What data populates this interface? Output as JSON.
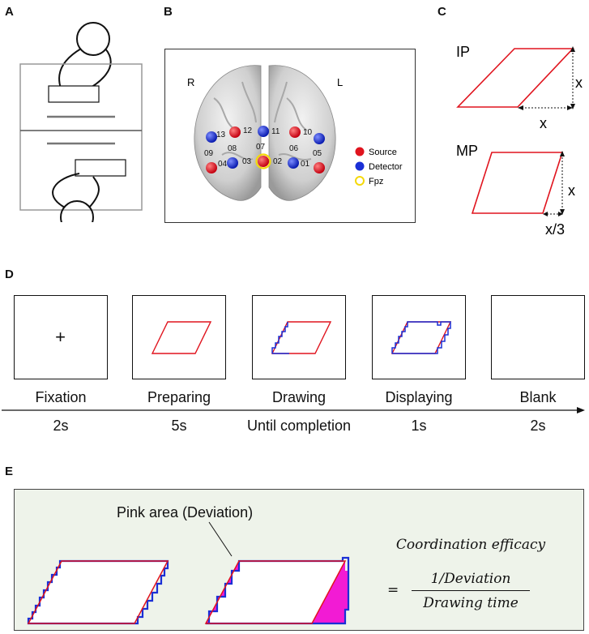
{
  "panels": {
    "a": {
      "letter": "A"
    },
    "b": {
      "letter": "B",
      "side_right": "R",
      "side_left": "L",
      "probes": [
        "13",
        "12",
        "11",
        "10",
        "09",
        "08",
        "07",
        "06",
        "05",
        "04",
        "03",
        "02",
        "01"
      ],
      "legend": [
        {
          "label": "Source",
          "color": "#e0141e"
        },
        {
          "label": "Detector",
          "color": "#1a2fd6"
        },
        {
          "label": "Fpz",
          "color": "#f5d90a"
        }
      ]
    },
    "c": {
      "letter": "C",
      "ip_label": "IP",
      "mp_label": "MP",
      "dim_x": "x",
      "dim_x3": "x/3",
      "shape_color": "#e0141e"
    },
    "d": {
      "letter": "D",
      "fixation_symbol": "+",
      "steps": [
        {
          "name": "Fixation",
          "duration": "2s"
        },
        {
          "name": "Preparing",
          "duration": "5s"
        },
        {
          "name": "Drawing",
          "duration": "Until completion"
        },
        {
          "name": "Displaying",
          "duration": "1s"
        },
        {
          "name": "Blank",
          "duration": "2s"
        }
      ],
      "trace_color": "#1a2fd6"
    },
    "e": {
      "letter": "E",
      "pink_label": "Pink area (Deviation)",
      "formula_name": "Coordination efficacy",
      "formula_eq": "=",
      "formula_num": "1/Deviation",
      "formula_den": "Drawing time",
      "bg_color": "#eef3ea",
      "pink_color": "#f21bd4"
    }
  }
}
